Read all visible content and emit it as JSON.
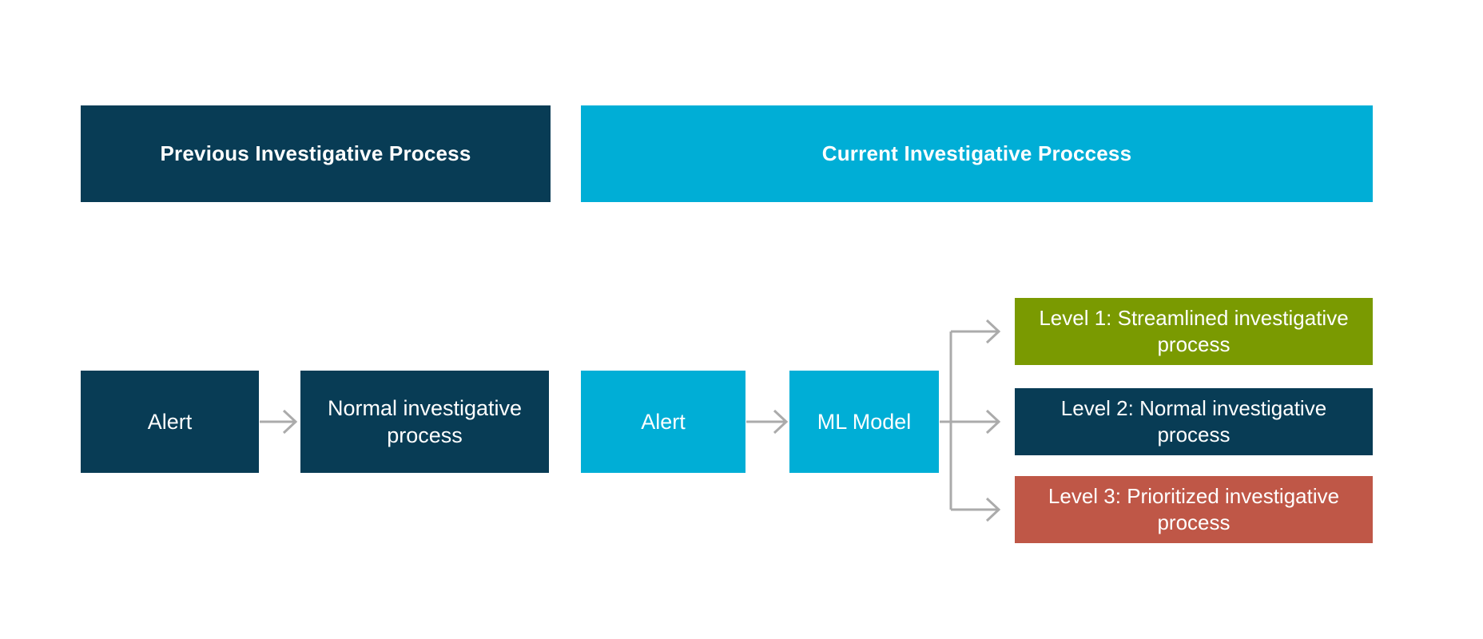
{
  "diagram": {
    "title_implied": "Investigative process comparison flowchart",
    "background_color": "#FFFFFF",
    "colors": {
      "navy": "#083C55",
      "cyan": "#00AED6",
      "green": "#7A9A01",
      "red": "#BF5747",
      "arrow_gray": "#ABABAB",
      "text": "#FFFFFF"
    },
    "headers": {
      "previous": {
        "label": "Previous Investigative Process",
        "color": "#083C55"
      },
      "current": {
        "label": "Current Investigative Proccess",
        "color": "#00AED6"
      }
    },
    "previous_flow": {
      "alert": {
        "label": "Alert",
        "color": "#083C55"
      },
      "process": {
        "label": "Normal investigative process",
        "color": "#083C55"
      }
    },
    "current_flow": {
      "alert": {
        "label": "Alert",
        "color": "#00AED6"
      },
      "model": {
        "label": "ML Model",
        "color": "#00AED6"
      },
      "levels": [
        {
          "label": "Level 1: Streamlined investigative process",
          "color": "#7A9A01"
        },
        {
          "label": "Level 2: Normal investigative process",
          "color": "#083C55"
        },
        {
          "label": "Level 3: Prioritized investigative process",
          "color": "#BF5747"
        }
      ]
    }
  }
}
